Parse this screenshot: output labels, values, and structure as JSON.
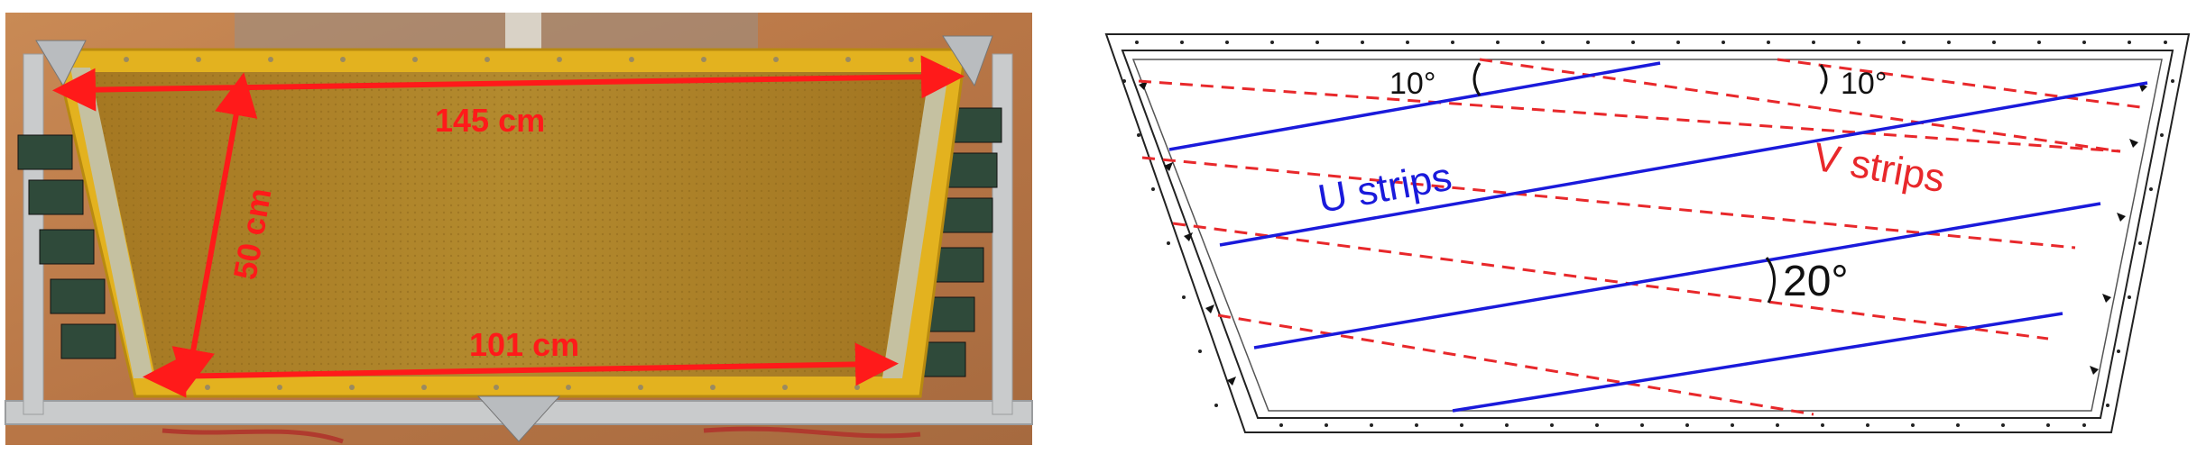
{
  "photo": {
    "labels": {
      "top_width": "145 cm",
      "height": "50 cm",
      "bottom_width": "101 cm"
    },
    "colors": {
      "dimension_arrow": "#ff1a1a",
      "chamber_foil": "#b8862c",
      "frame": "#e8b821",
      "table": "#c8834a"
    }
  },
  "diagram": {
    "labels": {
      "u_strips": "U strips",
      "v_strips": "V strips",
      "angle_left": "10°",
      "angle_right": "10°",
      "angle_between": "20°"
    },
    "colors": {
      "u_strip": "#1a1adb",
      "v_strip": "#e8282b",
      "outline": "#222222"
    }
  }
}
